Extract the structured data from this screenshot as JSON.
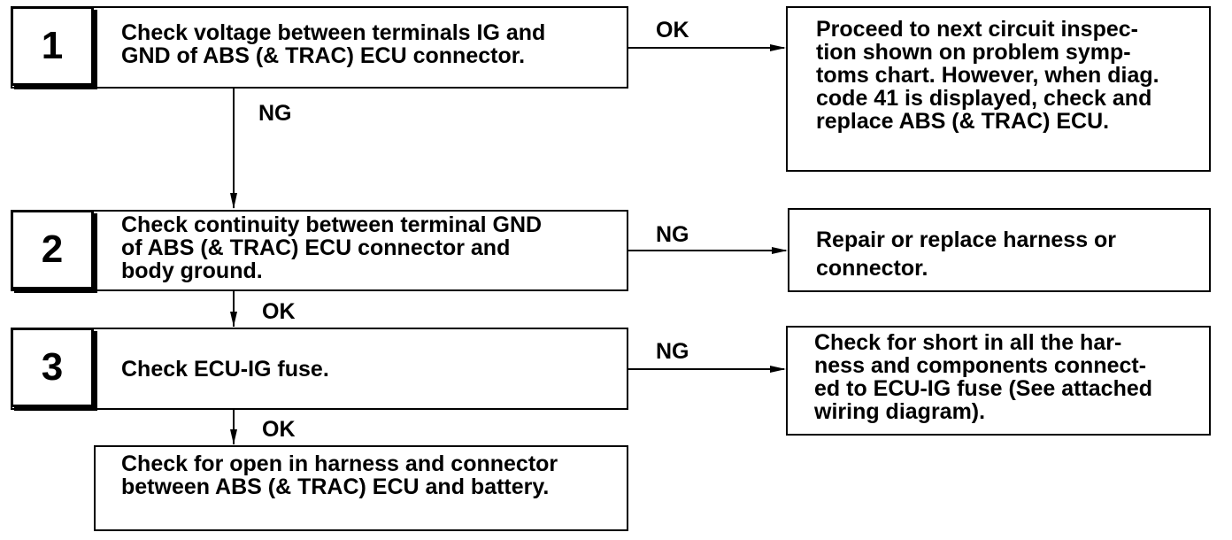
{
  "steps": [
    {
      "number": "1",
      "text": "Check voltage between terminals IG and\nGND of ABS (& TRAC) ECU connector."
    },
    {
      "number": "2",
      "text": "Check continuity between terminal GND\nof ABS (& TRAC) ECU connector and\nbody ground."
    },
    {
      "number": "3",
      "text": "Check ECU-IG fuse."
    }
  ],
  "final_step": {
    "text": "Check for open in harness and connector\nbetween ABS (& TRAC) ECU and battery."
  },
  "results": [
    {
      "text": "Proceed to next circuit inspec-\ntion shown on problem symp-\ntoms chart. However, when diag.\ncode 41 is displayed, check and\nreplace ABS (& TRAC) ECU."
    },
    {
      "text": "Repair or replace harness or\nconnector."
    },
    {
      "text": "Check for short in all the har-\nness and components connect-\ned to ECU-IG fuse (See attached\nwiring diagram)."
    }
  ],
  "labels": {
    "s1_right": "OK",
    "s1_down": "NG",
    "s2_right": "NG",
    "s2_down": "OK",
    "s3_right": "NG",
    "s3_down": "OK"
  }
}
